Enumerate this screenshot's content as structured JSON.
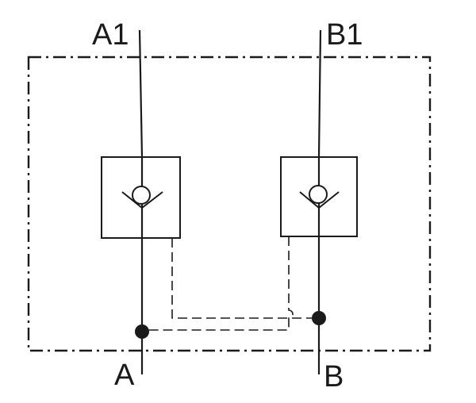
{
  "ports": {
    "a1": "A1",
    "b1": "B1",
    "a": "A",
    "b": "B"
  },
  "colors": {
    "line": "#1a1a1a",
    "background": "#ffffff"
  }
}
